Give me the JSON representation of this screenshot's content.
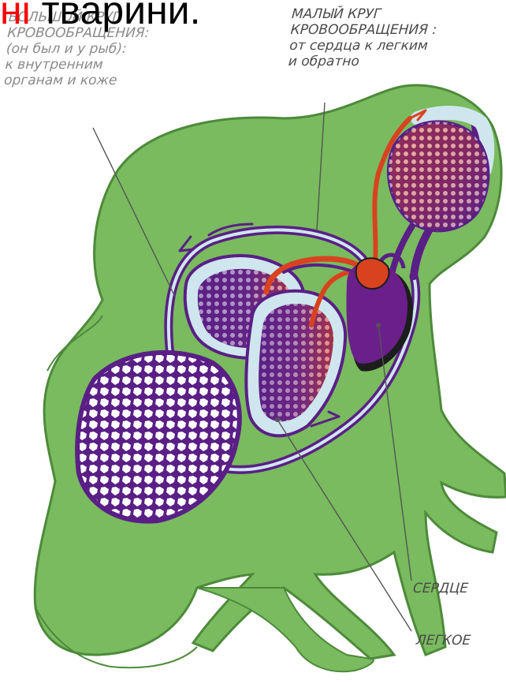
{
  "headline": {
    "accent": "ні",
    "text": " тварини."
  },
  "labels": {
    "systemic": {
      "title_1": "БОЛЬШОЙ КРУГ",
      "title_2": "КРОВООБРАЩЕНИЯ:",
      "line_1": "(он был и у рыб):",
      "line_2": "к внутренним",
      "line_3": "органам и коже"
    },
    "pulmonary": {
      "title_1": "МАЛЫЙ КРУГ",
      "title_2": "КРОВООБРАЩЕНИЯ :",
      "line_1": "от сердца к легким",
      "line_2": "и обратно"
    },
    "heart": "СЕРДЦЕ",
    "lung": "ЛЕГКОЕ"
  },
  "colors": {
    "body": "#79bb5e",
    "body_outline": "#4d8a3a",
    "venous": "#5a1f86",
    "arterial": "#d9421f",
    "vessel_bg": "#cfe6ee",
    "heart_shadow": "#1d1d1d",
    "headline_accent": "#ff0000",
    "label_text": "#4a4a4a"
  }
}
